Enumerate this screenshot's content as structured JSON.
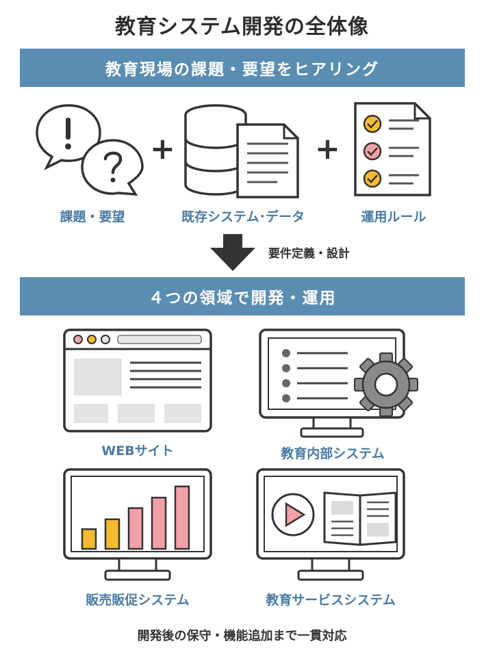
{
  "title": "教育システム開発の全体像",
  "section1": {
    "heading": "教育現場の課題・要望をヒアリング",
    "items": [
      {
        "label": "課題・要望"
      },
      {
        "label": "既存システム･データ"
      },
      {
        "label": "運用ルール"
      }
    ],
    "plus": "+"
  },
  "arrow_note": "要件定義・設計",
  "section2": {
    "heading": "４つの領域で開発・運用",
    "items": [
      {
        "label": "WEBサイト"
      },
      {
        "label": "教育内部システム"
      },
      {
        "label": "販売販促システム"
      },
      {
        "label": "教育サービスシステム"
      }
    ]
  },
  "footer": "開発後の保守・機能追加まで一貫対応",
  "bar_chart_levels": [
    0.3,
    0.45,
    0.62,
    0.78,
    0.95
  ],
  "colors": {
    "band": "#5a8db2",
    "label": "#4a7ba3",
    "accent_yellow": "#f5bb2f",
    "accent_pink": "#f4a0a8",
    "icon_gray": "#6d6d6d"
  }
}
